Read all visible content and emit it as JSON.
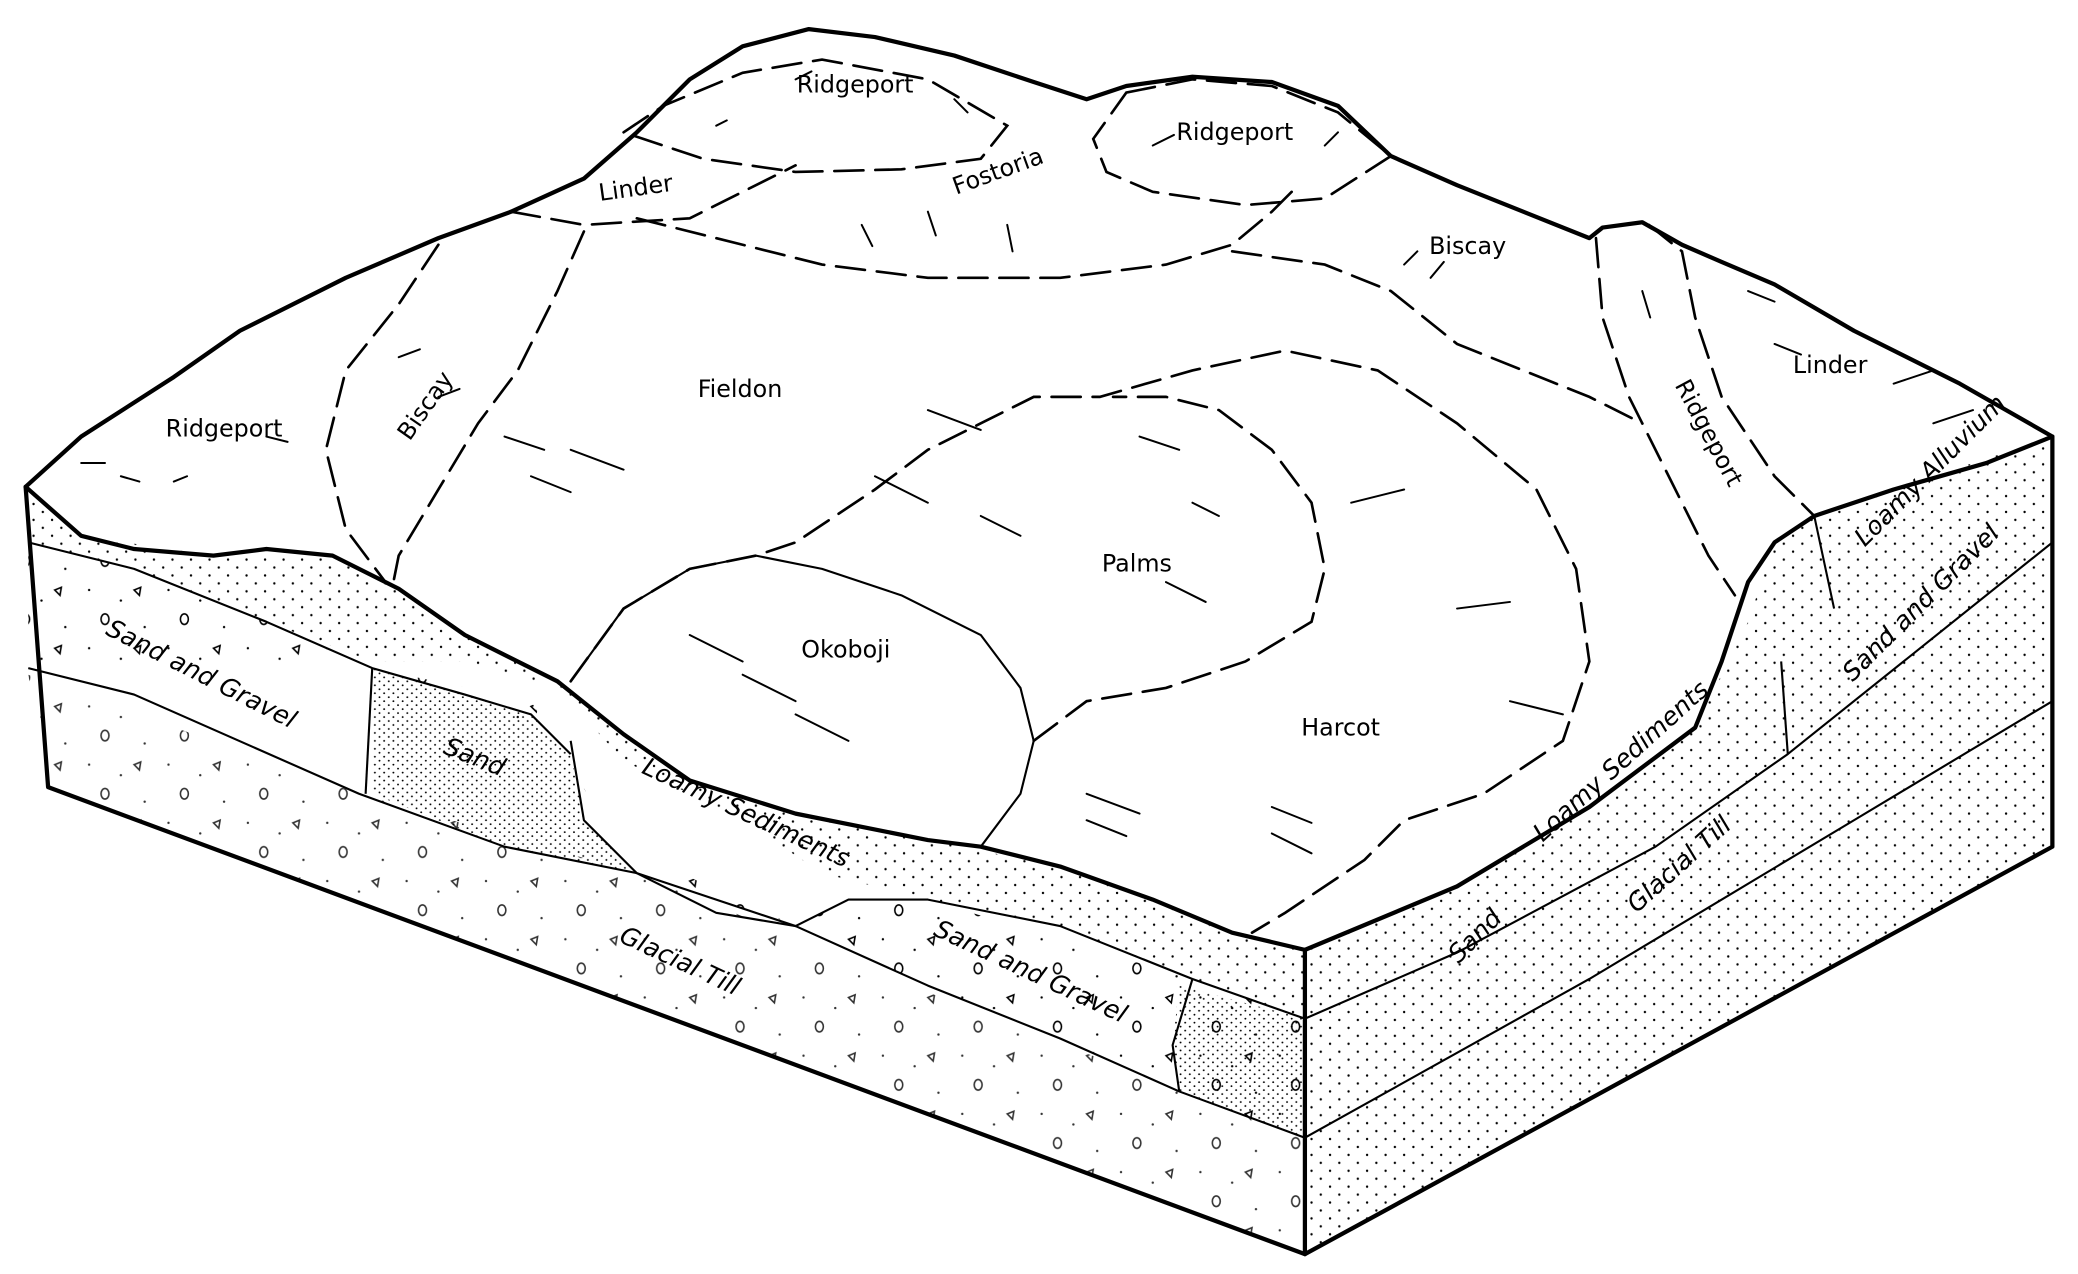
{
  "title": "Soil block diagram",
  "soils": [
    {
      "id": "ridgeport-top",
      "label": "Ridgeport"
    },
    {
      "id": "ridgeport-hill2",
      "label": "Ridgeport"
    },
    {
      "id": "linder-top",
      "label": "Linder"
    },
    {
      "id": "fostoria",
      "label": "Fostoria"
    },
    {
      "id": "biscay-right",
      "label": "Biscay"
    },
    {
      "id": "ridgeport-left",
      "label": "Ridgeport"
    },
    {
      "id": "biscay-left",
      "label": "Biscay"
    },
    {
      "id": "fieldon",
      "label": "Fieldon"
    },
    {
      "id": "palms",
      "label": "Palms"
    },
    {
      "id": "okoboji",
      "label": "Okoboji"
    },
    {
      "id": "harcot",
      "label": "Harcot"
    },
    {
      "id": "ridgeport-right",
      "label": "Ridgeport"
    },
    {
      "id": "linder-right",
      "label": "Linder"
    }
  ],
  "layers": [
    {
      "id": "sand-gravel-left",
      "label": "Sand and Gravel"
    },
    {
      "id": "sand-left",
      "label": "Sand"
    },
    {
      "id": "loamy-sediments-left",
      "label": "Loamy Sediments"
    },
    {
      "id": "glacial-till-left",
      "label": "Glacial Till"
    },
    {
      "id": "sand-gravel-front",
      "label": "Sand and Gravel"
    },
    {
      "id": "sand-right",
      "label": "Sand"
    },
    {
      "id": "loamy-sediments-right",
      "label": "Loamy Sediments"
    },
    {
      "id": "glacial-till-right",
      "label": "Glacial Till"
    },
    {
      "id": "sand-gravel-right",
      "label": "Sand and Gravel"
    },
    {
      "id": "loamy-alluvium",
      "label": "Loamy Alluvium"
    }
  ]
}
